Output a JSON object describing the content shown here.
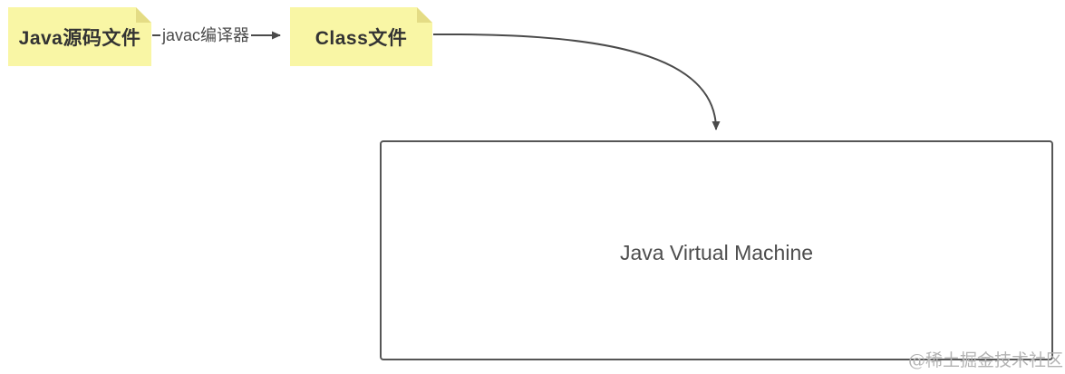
{
  "diagram": {
    "nodes": {
      "source_file": {
        "label": "Java源码文件",
        "shape": "sticky-note"
      },
      "class_file": {
        "label": "Class文件",
        "shape": "sticky-note"
      },
      "jvm": {
        "label": "Java Virtual Machine",
        "shape": "rectangle"
      }
    },
    "edges": {
      "compile": {
        "label": "javac编译器",
        "from": "source_file",
        "to": "class_file"
      },
      "load_to_jvm": {
        "label": "",
        "from": "class_file",
        "to": "jvm"
      }
    },
    "colors": {
      "note_fill": "#f9f6a5",
      "note_fold": "#e4dc85",
      "note_text": "#333333",
      "connector": "#4a4a4a",
      "box_border": "#565656",
      "box_text": "#4d4d4d",
      "watermark_text": "#b3b3b3",
      "background": "#ffffff"
    },
    "watermark": "@稀土掘金技术社区"
  }
}
